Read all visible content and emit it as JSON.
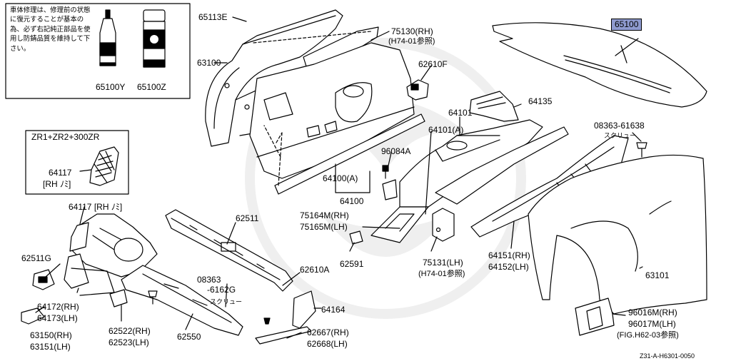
{
  "notice": {
    "text": "車体修理は、修理前の状態に復元することが基本の為、必ず右記純正部品を使用し防錆品質を維持して下さい。"
  },
  "inset": {
    "title": "ZR1+ZR2+300ZR",
    "part": "64117",
    "side": "[RH ﾉﾐ]"
  },
  "labels": {
    "p65113E": "65113E",
    "p75130": "75130(RH)",
    "p75130ref": "(H74-01参照)",
    "p63100": "63100",
    "p65100": "65100",
    "p62610F": "62610F",
    "p64135": "64135",
    "p64101": "64101",
    "p64101A": "64101(A)",
    "p08363a": "08363-61638",
    "screw1": "スクリュー",
    "p96084A": "96084A",
    "p64100A": "64100(A)",
    "p64100": "64100",
    "p64117rh": "64117 [RH ﾉﾐ]",
    "p62511": "62511",
    "p75164": "75164M(RH)",
    "p75165": "75165M(LH)",
    "p62511G": "62511G",
    "p62591": "62591",
    "p75131": "75131(LH)",
    "p75131ref": "(H74-01参照)",
    "p64151": "64151(RH)",
    "p64152": "64152(LH)",
    "p63101": "63101",
    "p62610A": "62610A",
    "p08363b": "08363",
    "p6162G": "-6162G",
    "screw2": "スクリュー",
    "p64172": "64172(RH)",
    "p64173": "64173(LH)",
    "p64164": "64164",
    "p62522": "62522(RH)",
    "p62523": "62523(LH)",
    "p62550": "62550",
    "p62667": "62667(RH)",
    "p62668": "62668(LH)",
    "p63150": "63150(RH)",
    "p63151": "63151(LH)",
    "p96016": "96016M(RH)",
    "p96017": "96017M(LH)",
    "figref": "(FIG.H62-03参照)",
    "p65100Y": "65100Y",
    "p65100Z": "65100Z",
    "code": "Z31-A-H6301-0050"
  },
  "colors": {
    "highlight": "#8f9bd0",
    "line": "#000000"
  },
  "icons": [
    "sealant-tube-icon",
    "spray-can-icon"
  ]
}
